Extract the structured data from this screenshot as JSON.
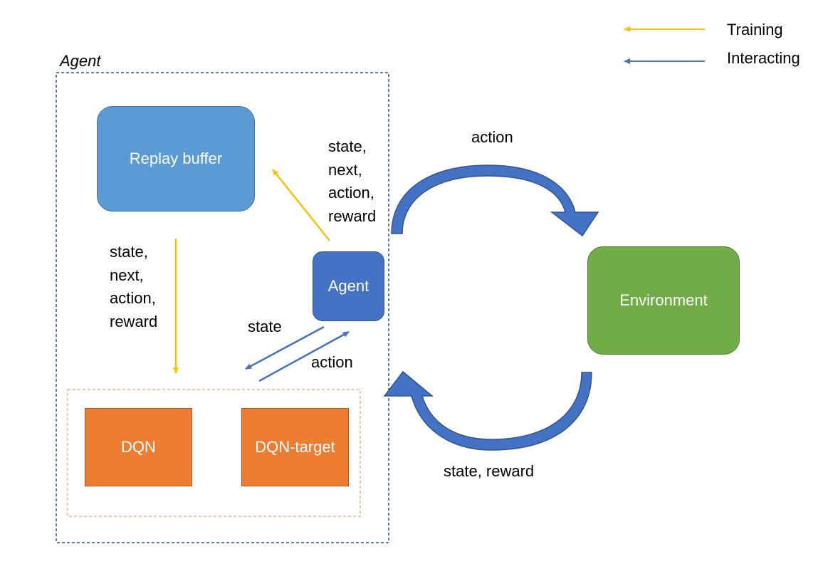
{
  "legend": {
    "items": [
      {
        "label": "Training",
        "color": "#FFC000"
      },
      {
        "label": "Interacting",
        "color": "#4472C4"
      }
    ]
  },
  "agent_frame": {
    "title": "Agent"
  },
  "nodes": {
    "replay_buffer": "Replay buffer",
    "agent": "Agent",
    "environment": "Environment",
    "dqn": "DQN",
    "dqn_target": "DQN-target"
  },
  "edge_labels": {
    "agent_to_buffer": [
      "state,",
      "next,",
      "action,",
      "reward"
    ],
    "buffer_to_dqn": [
      "state,",
      "next,",
      "action,",
      "reward"
    ],
    "dqn_to_agent_state": "state",
    "agent_to_dqn_action": "action",
    "env_action": "action",
    "env_state_reward": "state, reward"
  },
  "colors": {
    "training": "#FFC000",
    "interacting": "#4472C4",
    "replay_buffer_fill": "#5B9BD5",
    "agent_fill": "#4472C4",
    "environment_fill": "#70AD47",
    "dqn_fill": "#ED7D31",
    "frame_stroke": "#2F5597",
    "dqn_group_stroke": "#F4B183"
  }
}
